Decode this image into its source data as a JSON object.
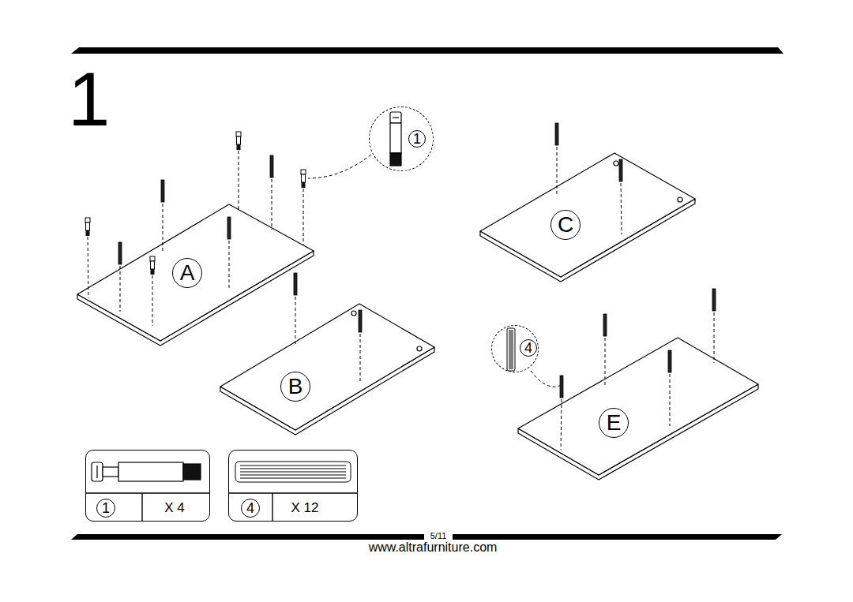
{
  "diagram": {
    "title": "1",
    "nodes": [
      {
        "text": [
          "A"
        ]
      },
      {
        "text": [
          "B"
        ]
      },
      {
        "text": [
          "C"
        ]
      },
      {
        "text": [
          "E"
        ]
      },
      {
        "text": [
          "1"
        ]
      },
      {
        "text": [
          "4"
        ]
      },
      {
        "text": [
          "1",
          "X 4"
        ]
      },
      {
        "text": [
          "4",
          "X 12"
        ]
      }
    ],
    "labels": [
      "5/11",
      "www.altrafurniture.com"
    ]
  }
}
